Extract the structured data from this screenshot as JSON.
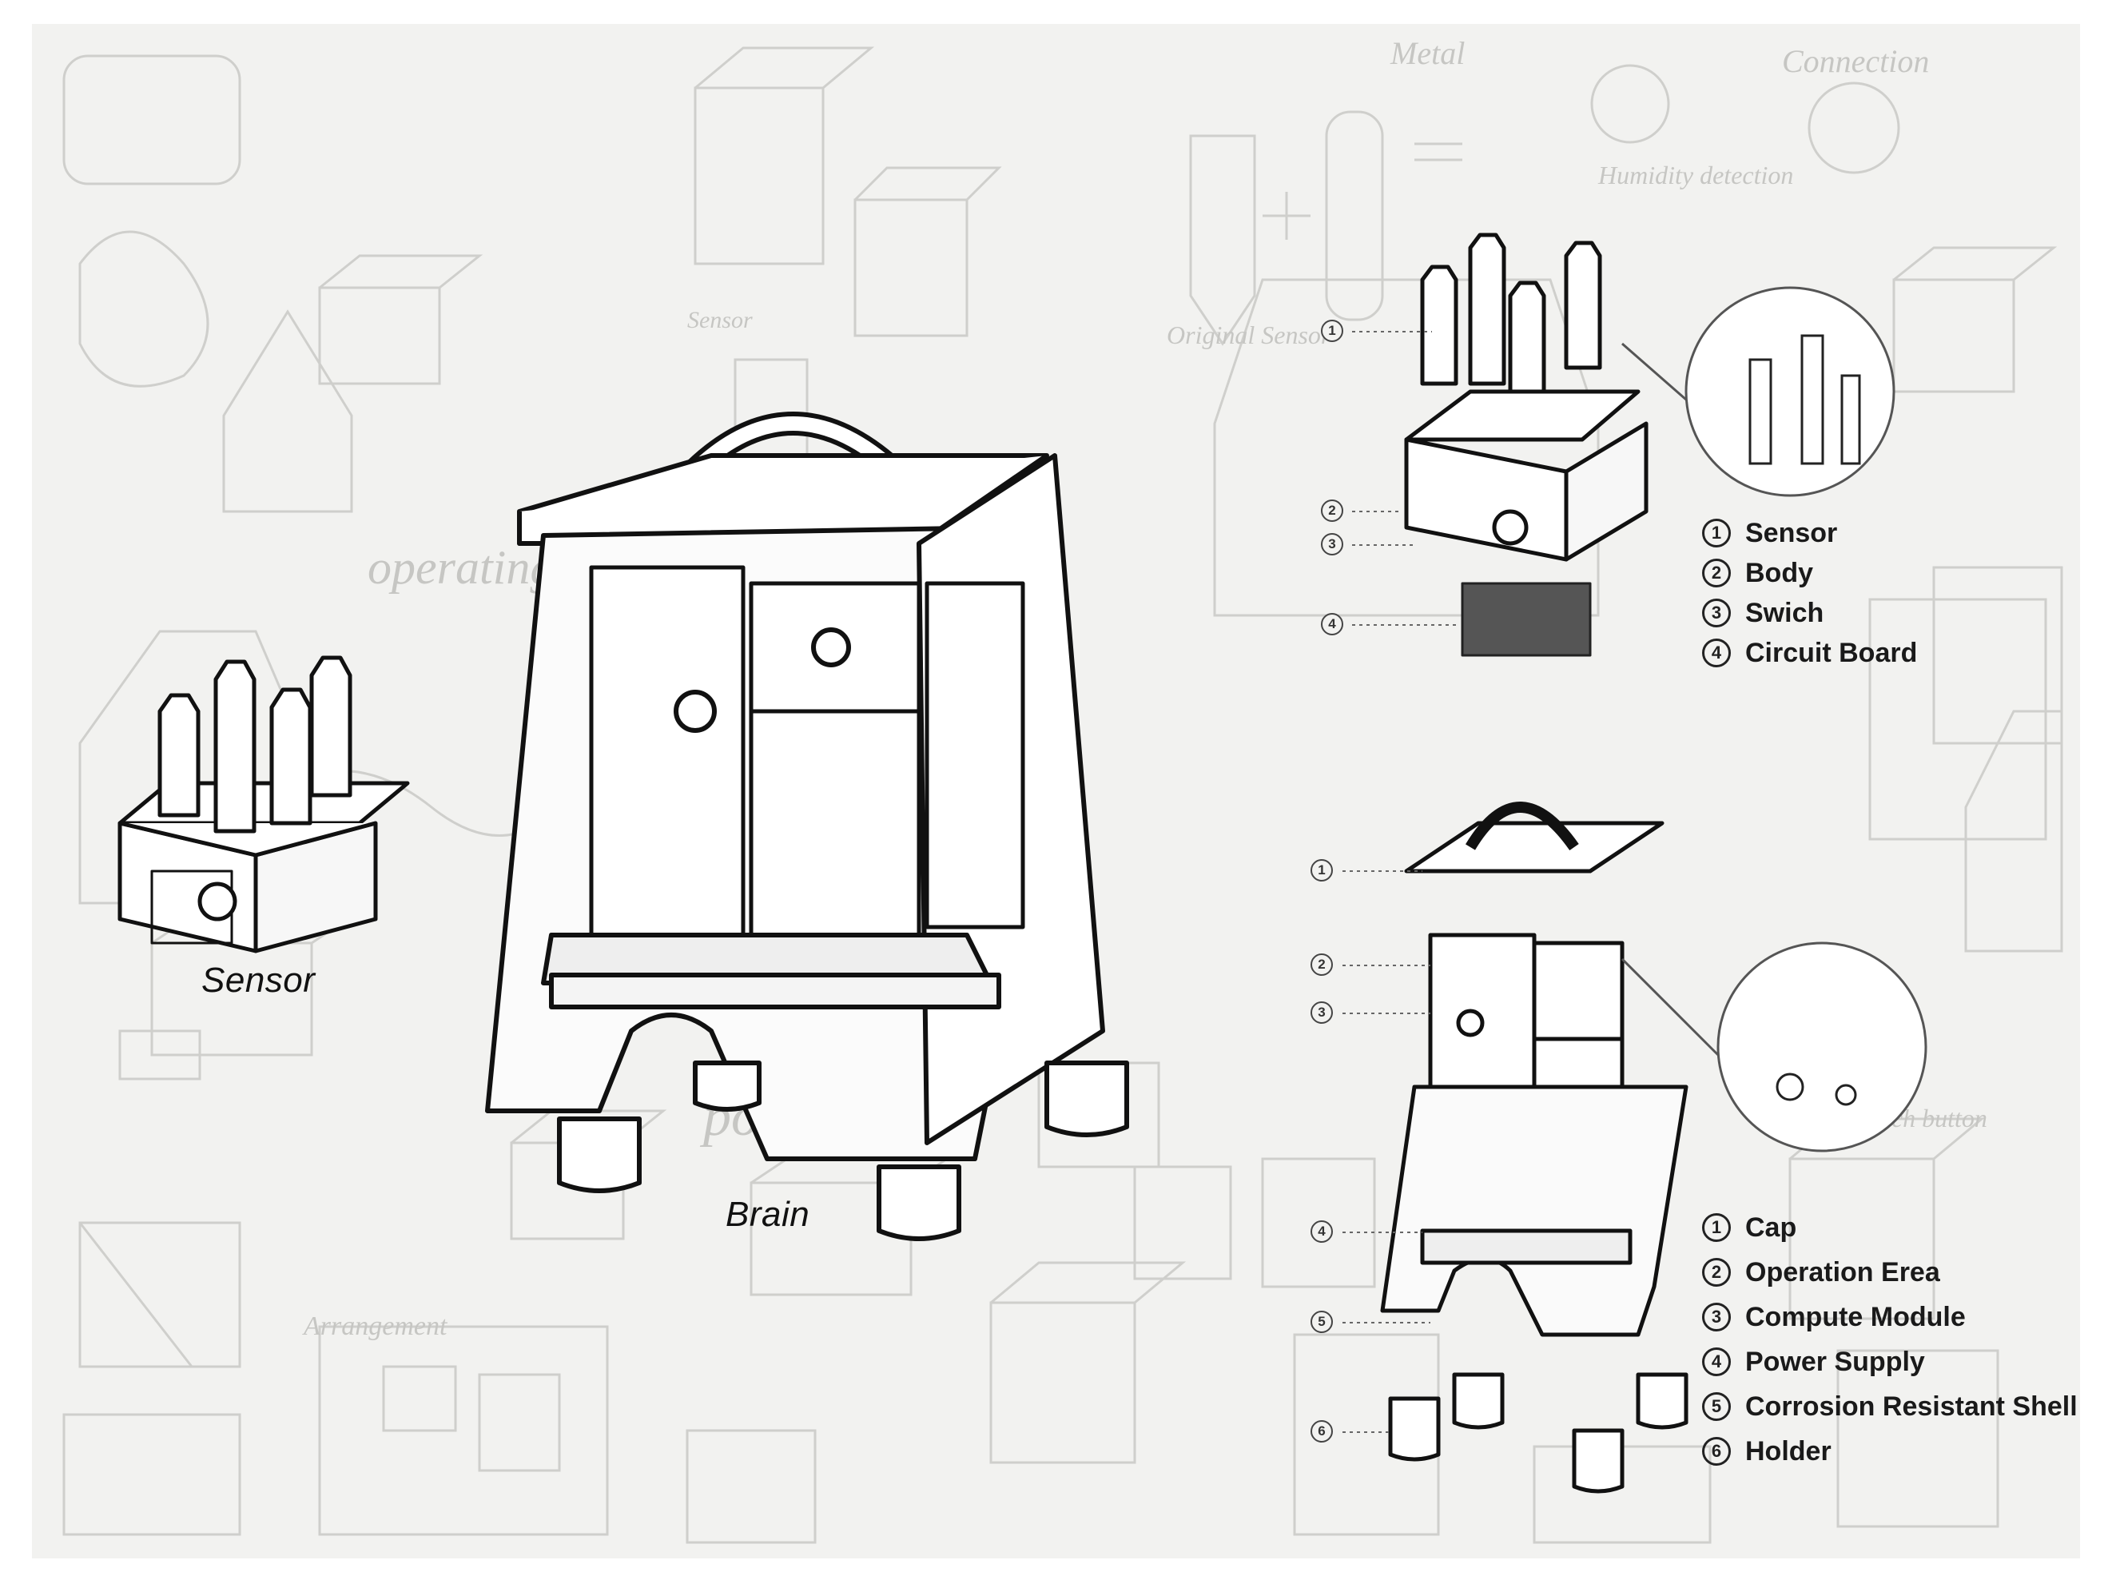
{
  "captions": {
    "sensor": "Sensor",
    "brain": "Brain"
  },
  "sensor_legend": [
    {
      "num": "1",
      "label": "Sensor"
    },
    {
      "num": "2",
      "label": "Body"
    },
    {
      "num": "3",
      "label": "Swich"
    },
    {
      "num": "4",
      "label": "Circuit Board"
    }
  ],
  "brain_legend": [
    {
      "num": "1",
      "label": "Cap"
    },
    {
      "num": "2",
      "label": "Operation Erea"
    },
    {
      "num": "3",
      "label": "Compute Module"
    },
    {
      "num": "4",
      "label": "Power Supply"
    },
    {
      "num": "5",
      "label": "Corrosion Resistant Shell"
    },
    {
      "num": "6",
      "label": "Holder"
    }
  ],
  "sensor_callouts": [
    "1",
    "2",
    "3",
    "4"
  ],
  "brain_callouts": [
    "1",
    "2",
    "3",
    "4",
    "5",
    "6"
  ],
  "sketch_notes": [
    "Metal",
    "Connection",
    "Humidity detection",
    "Original Sensor",
    "operating area",
    "power",
    "Arrangement",
    "Sensor",
    "Touch button"
  ],
  "colors": {
    "paper": "#f2f2f0",
    "ink": "#111111",
    "sketch": "#c9c9c6"
  }
}
